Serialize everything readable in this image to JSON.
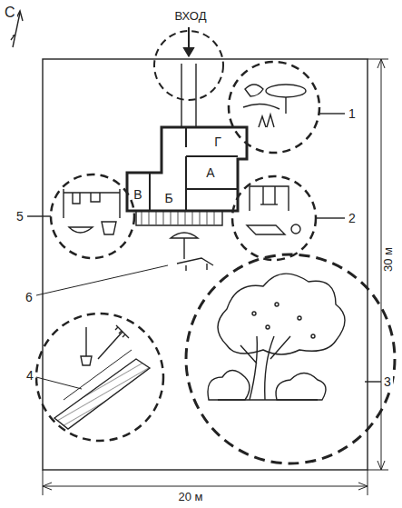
{
  "diagram": {
    "labels": [
      "С",
      "ВХОД",
      "Г",
      "А",
      "Б",
      "В",
      "1",
      "2",
      "3",
      "4",
      "5",
      "6",
      "30 м",
      "20 м"
    ]
  }
}
